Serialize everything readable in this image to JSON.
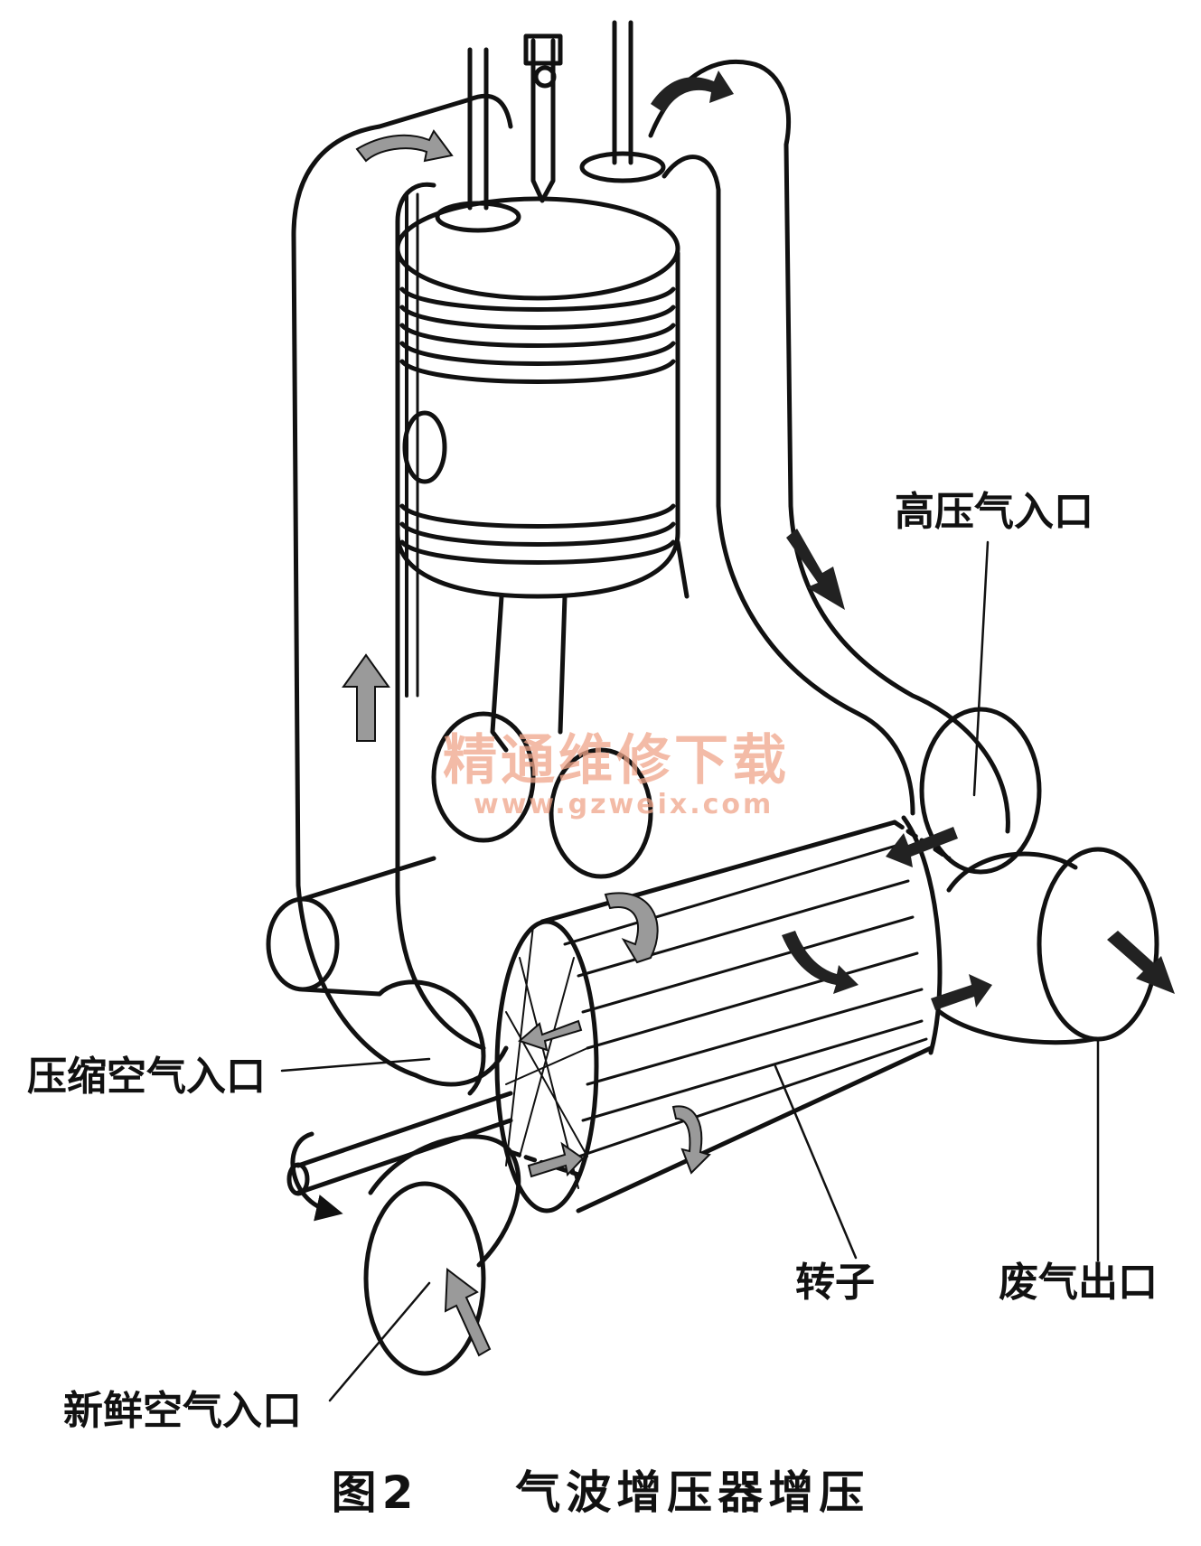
{
  "labels": {
    "high_pressure_inlet": "高压气入口",
    "compressed_air_inlet": "压缩空气入口",
    "rotor": "转子",
    "exhaust_outlet": "废气出口",
    "fresh_air_inlet": "新鲜空气入口"
  },
  "caption": {
    "figure_number": "图2",
    "title": "气波增压器增压"
  },
  "watermark": {
    "title": "精通维修下载",
    "url": "www.gzweix.com"
  },
  "colors": {
    "ink": "#111111",
    "arrow_dark": "#222222",
    "arrow_gray": "#9a9a9a",
    "watermark": "#f0a58a"
  }
}
